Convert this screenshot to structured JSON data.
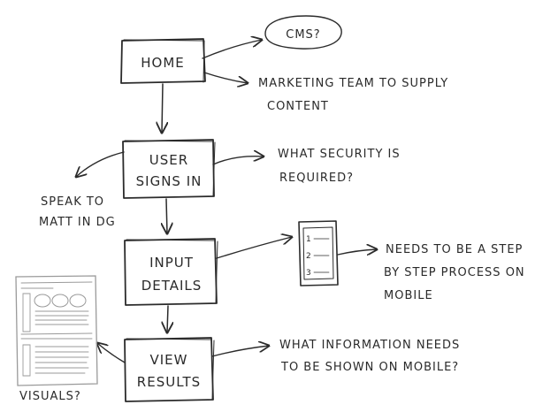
{
  "nodes": {
    "home": {
      "label": "HOME"
    },
    "user_signs_in": {
      "line1": "USER",
      "line2": "SIGNS IN"
    },
    "input_details": {
      "line1": "INPUT",
      "line2": "DETAILS"
    },
    "view_results": {
      "line1": "VIEW",
      "line2": "RESULTS"
    }
  },
  "notes": {
    "cms": "CMS?",
    "marketing": {
      "line1": "MARKETING TEAM TO SUPPLY",
      "line2": "CONTENT"
    },
    "security": {
      "line1": "WHAT SECURITY IS",
      "line2": "REQUIRED?"
    },
    "speak": {
      "line1": "SPEAK TO",
      "line2": "MATT IN DG"
    },
    "mobile_step": {
      "line1": "NEEDS TO BE A STEP",
      "line2": "BY STEP PROCESS ON",
      "line3": "MOBILE"
    },
    "mobile_info": {
      "line1": "WHAT INFORMATION NEEDS",
      "line2": "TO BE SHOWN ON MOBILE?"
    },
    "visuals": "VISUALS?"
  },
  "phone_steps": [
    "1",
    "2",
    "3"
  ],
  "colors": {
    "ink": "#2b2b2b",
    "paper": "#ffffff",
    "sketch_gray": "#9a9a9a"
  }
}
